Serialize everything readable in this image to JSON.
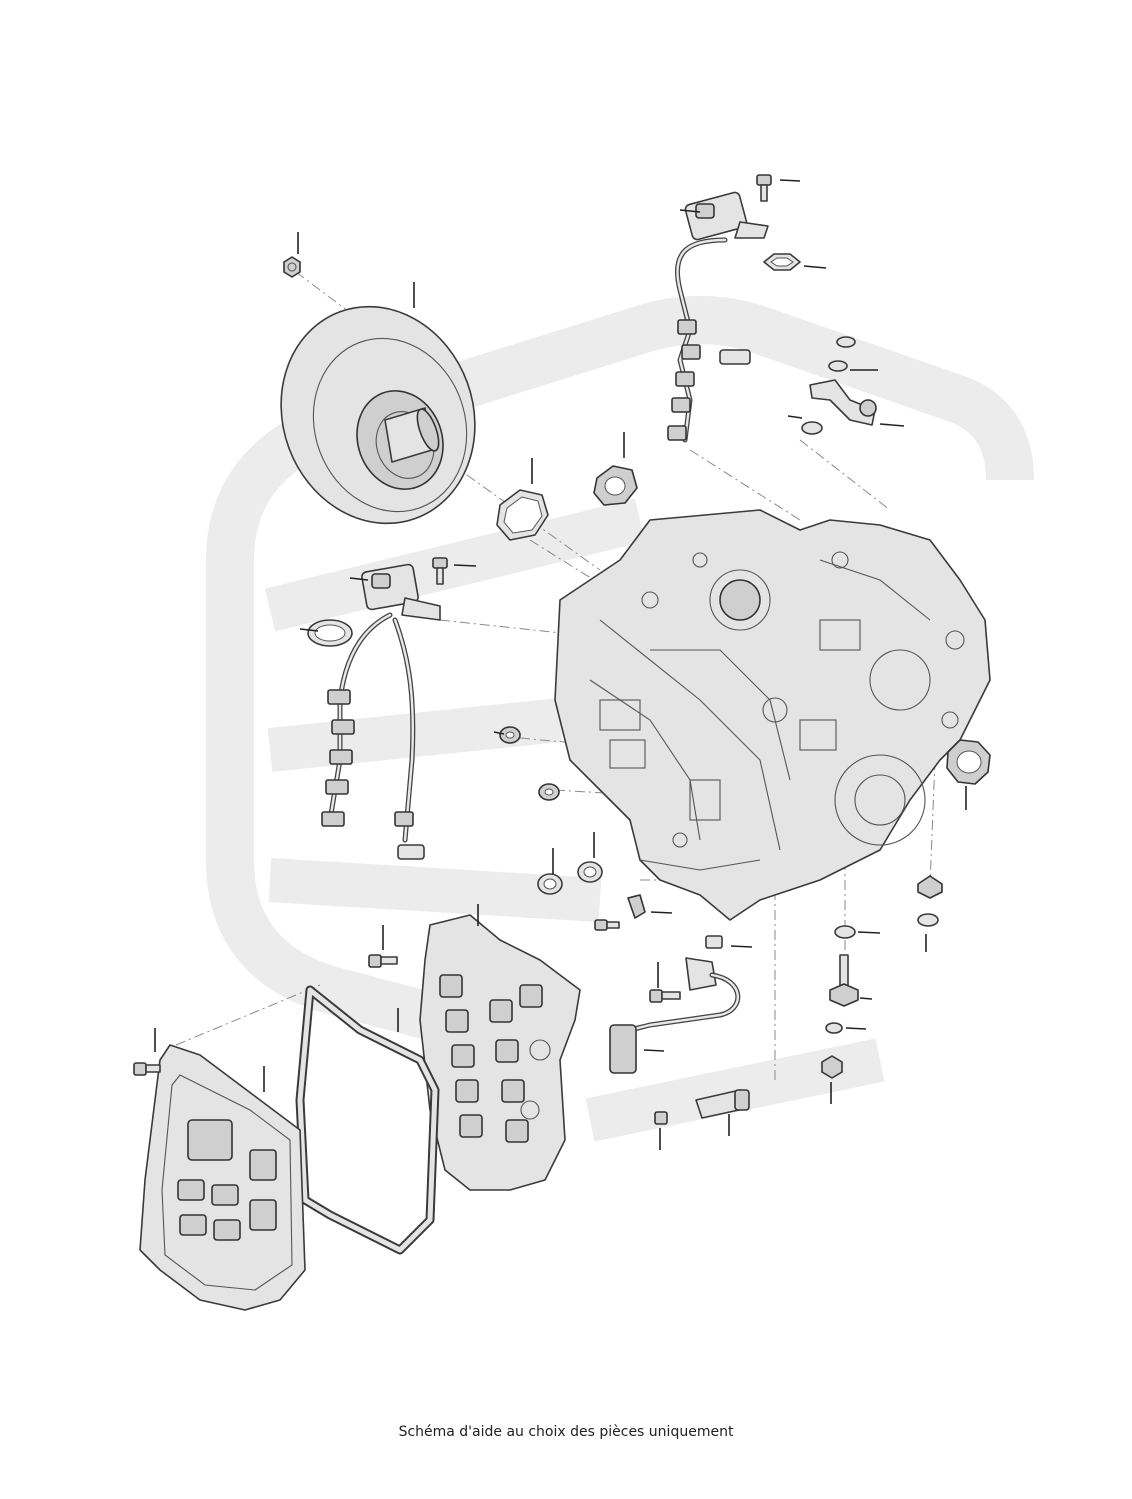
{
  "caption": "Schéma d'aide au choix des pièces uniquement",
  "diagram": {
    "icon": "exploded-transmission-parts-diagram",
    "watermark_icon": "brand-watermark-logo"
  }
}
